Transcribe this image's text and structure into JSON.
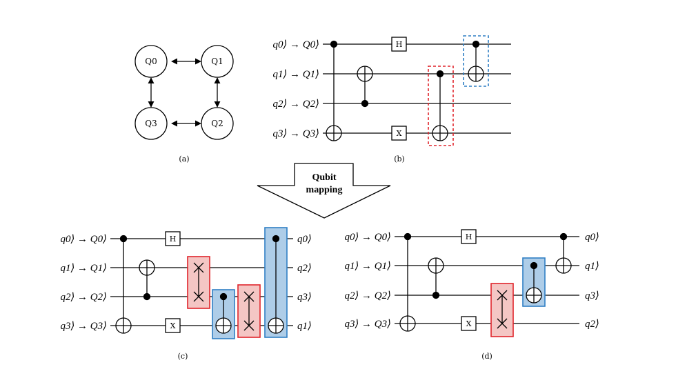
{
  "panel_a": {
    "nodes": [
      "Q0",
      "Q1",
      "Q2",
      "Q3"
    ],
    "caption": "(a)"
  },
  "panel_b": {
    "inputs": [
      "q0⟩ → Q0⟩",
      "q1⟩ → Q1⟩",
      "q2⟩ → Q2⟩",
      "q3⟩ → Q3⟩"
    ],
    "gates": {
      "h": "H",
      "x": "X"
    },
    "caption": "(b)"
  },
  "arrow": {
    "line1": "Qubit",
    "line2": "mapping"
  },
  "panel_c": {
    "inputs": [
      "q0⟩ → Q0⟩",
      "q1⟩ → Q1⟩",
      "q2⟩ → Q2⟩",
      "q3⟩ → Q3⟩"
    ],
    "outputs": [
      "q0⟩",
      "q2⟩",
      "q3⟩",
      "q1⟩"
    ],
    "gates": {
      "h": "H",
      "x": "X"
    },
    "caption": "(c)"
  },
  "panel_d": {
    "inputs": [
      "q0⟩ → Q0⟩",
      "q1⟩ → Q1⟩",
      "q2⟩ → Q2⟩",
      "q3⟩ → Q3⟩"
    ],
    "outputs": [
      "q0⟩",
      "q1⟩",
      "q3⟩",
      "q2⟩"
    ],
    "gates": {
      "h": "H",
      "x": "X"
    },
    "caption": "(d)"
  },
  "colors": {
    "swap_fill": "#f4c6c4",
    "swap_stroke": "#e0242b",
    "cnot_fill": "#aecde8",
    "cnot_stroke": "#2f7fc4",
    "ink": "#000000"
  }
}
